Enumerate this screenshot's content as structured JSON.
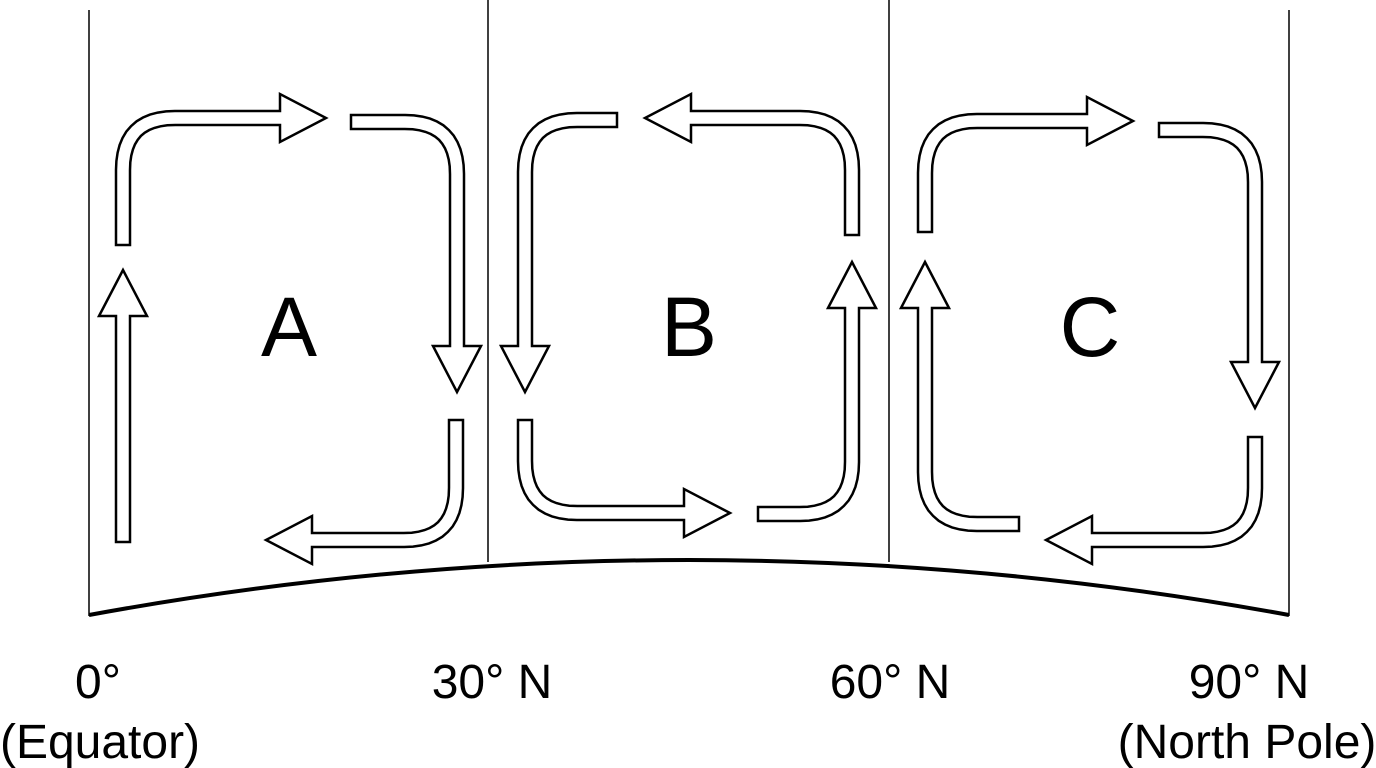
{
  "cells": [
    {
      "label": "A"
    },
    {
      "label": "B"
    },
    {
      "label": "C"
    }
  ],
  "latitudes": [
    {
      "line1": "0°",
      "line2": "(Equator)"
    },
    {
      "line1": "30° N",
      "line2": ""
    },
    {
      "line1": "60° N",
      "line2": ""
    },
    {
      "line1": "90° N",
      "line2": "(North Pole)"
    }
  ]
}
